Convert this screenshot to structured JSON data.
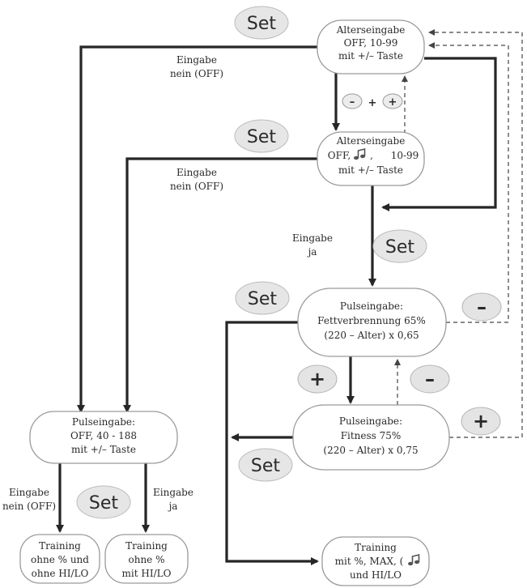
{
  "nodes": {
    "alter1": [
      "Alterseingabe",
      "OFF, 10-99",
      "mit +/– Taste"
    ],
    "alter2": {
      "line1": "Alterseingabe",
      "line2a": "OFF,",
      "line2b": ",",
      "line2c": "10-99",
      "line3": "mit +/– Taste"
    },
    "fett": [
      "Pulseingabe:",
      "Fettverbrennung 65%",
      "(220 – Alter) x 0,65"
    ],
    "fitness": [
      "Pulseingabe:",
      "Fitness 75%",
      "(220 – Alter) x 0,75"
    ],
    "puls_manual": [
      "Pulseingabe:",
      "OFF, 40 - 188",
      "mit +/– Taste"
    ],
    "train_none": [
      "Training",
      "ohne % und",
      "ohne HI/LO"
    ],
    "train_hilo": [
      "Training",
      "ohne %",
      "mit HI/LO"
    ],
    "train_full": {
      "line1": "Training",
      "line2": "mit %, MAX, (",
      "line3": "und HI/LO"
    }
  },
  "labels": {
    "eingabe_nein_1": [
      "Eingabe",
      "nein (OFF)"
    ],
    "eingabe_nein_2": [
      "Eingabe",
      "nein (OFF)"
    ],
    "eingabe_ja": [
      "Eingabe",
      "ja"
    ],
    "eingabe_nein_3": [
      "Eingabe",
      "nein (OFF)"
    ],
    "eingabe_ja_2": [
      "Eingabe",
      "ja"
    ]
  },
  "buttons": {
    "set": "Set",
    "plus": "+",
    "minus": "–",
    "minus_plus_sep": "+"
  },
  "icons": {
    "music_note": "music-note-icon"
  }
}
